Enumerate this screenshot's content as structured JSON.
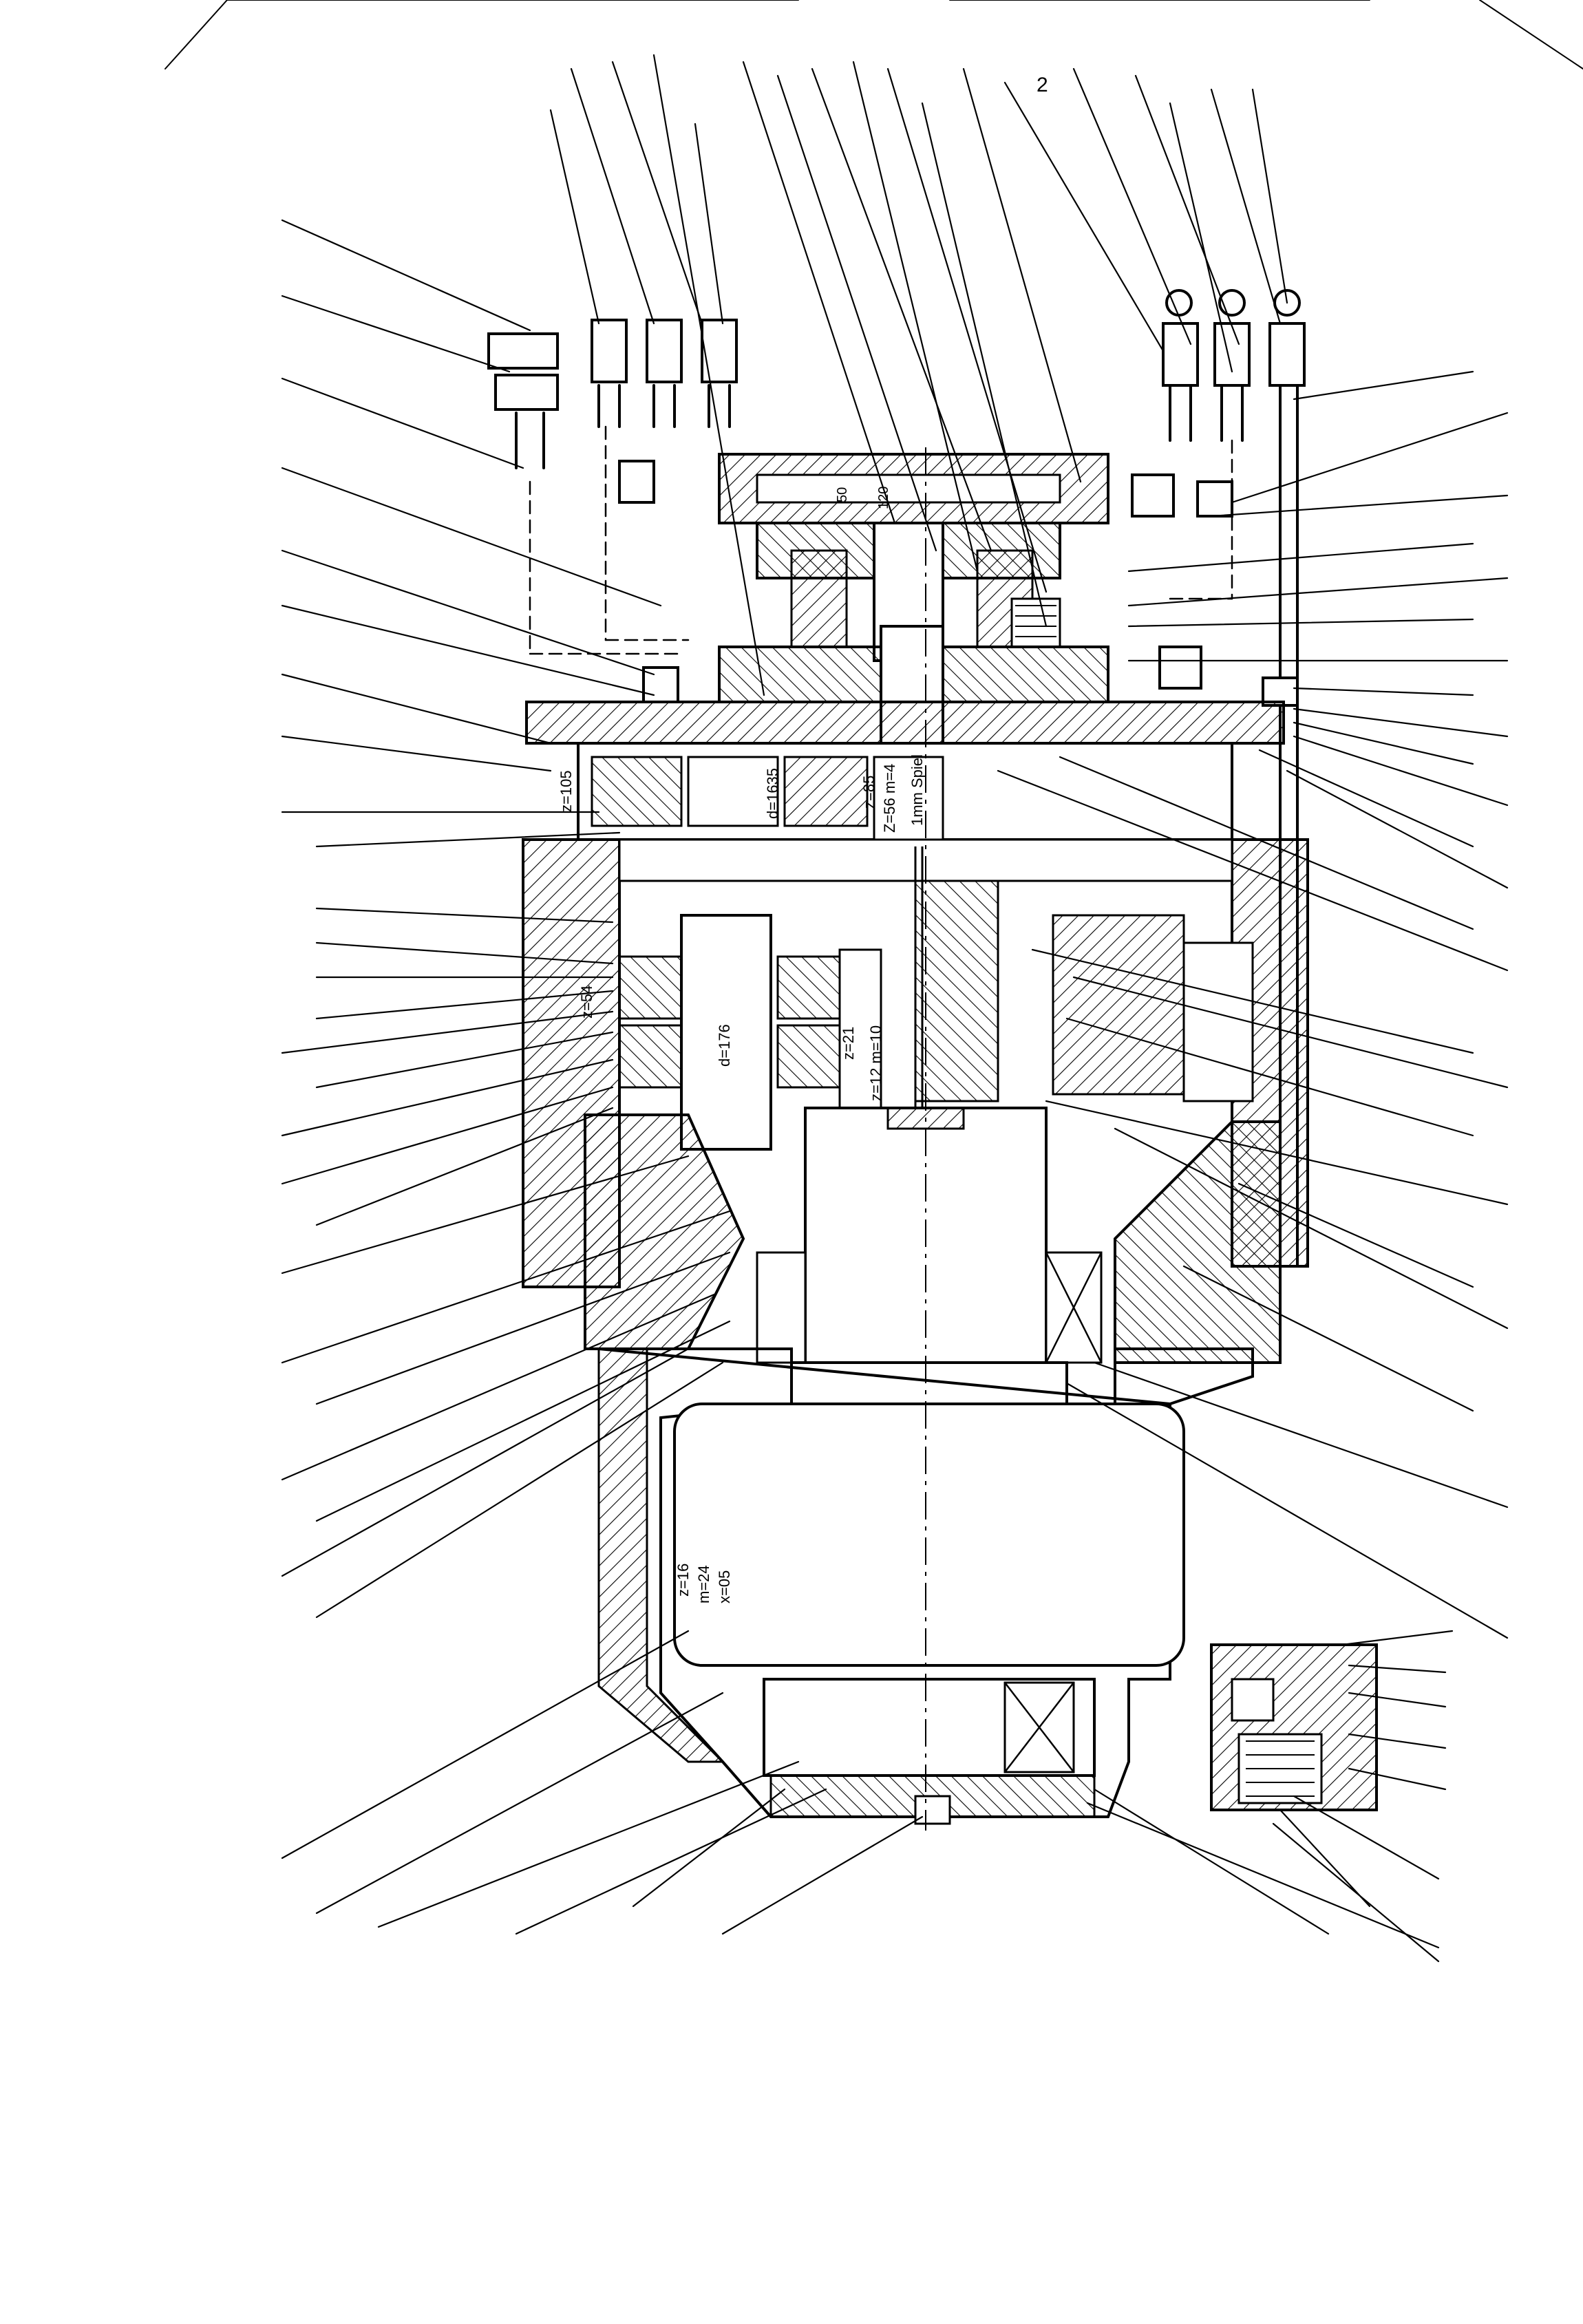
{
  "sheet": {
    "page_number": "2",
    "inset_detail": "detail-view",
    "annotations": [
      {
        "id": "a1",
        "text": "d=1635"
      },
      {
        "id": "a2",
        "text": "z=85"
      },
      {
        "id": "a3",
        "text": "Z=56  m=4"
      },
      {
        "id": "a4",
        "text": "1mm Spiel"
      },
      {
        "id": "a5",
        "text": "d=176"
      },
      {
        "id": "a6",
        "text": "z=21"
      },
      {
        "id": "a7",
        "text": "z=12  m=10"
      },
      {
        "id": "a8",
        "text": "z=16"
      },
      {
        "id": "a9",
        "text": "m=24"
      },
      {
        "id": "a10",
        "text": "x=05"
      },
      {
        "id": "a11",
        "text": "z=54"
      },
      {
        "id": "a12",
        "text": "z=105"
      },
      {
        "id": "a13",
        "text": "50"
      },
      {
        "id": "a14",
        "text": "120"
      }
    ]
  },
  "colors": {
    "ink": "#000000",
    "paper": "#ffffff"
  }
}
